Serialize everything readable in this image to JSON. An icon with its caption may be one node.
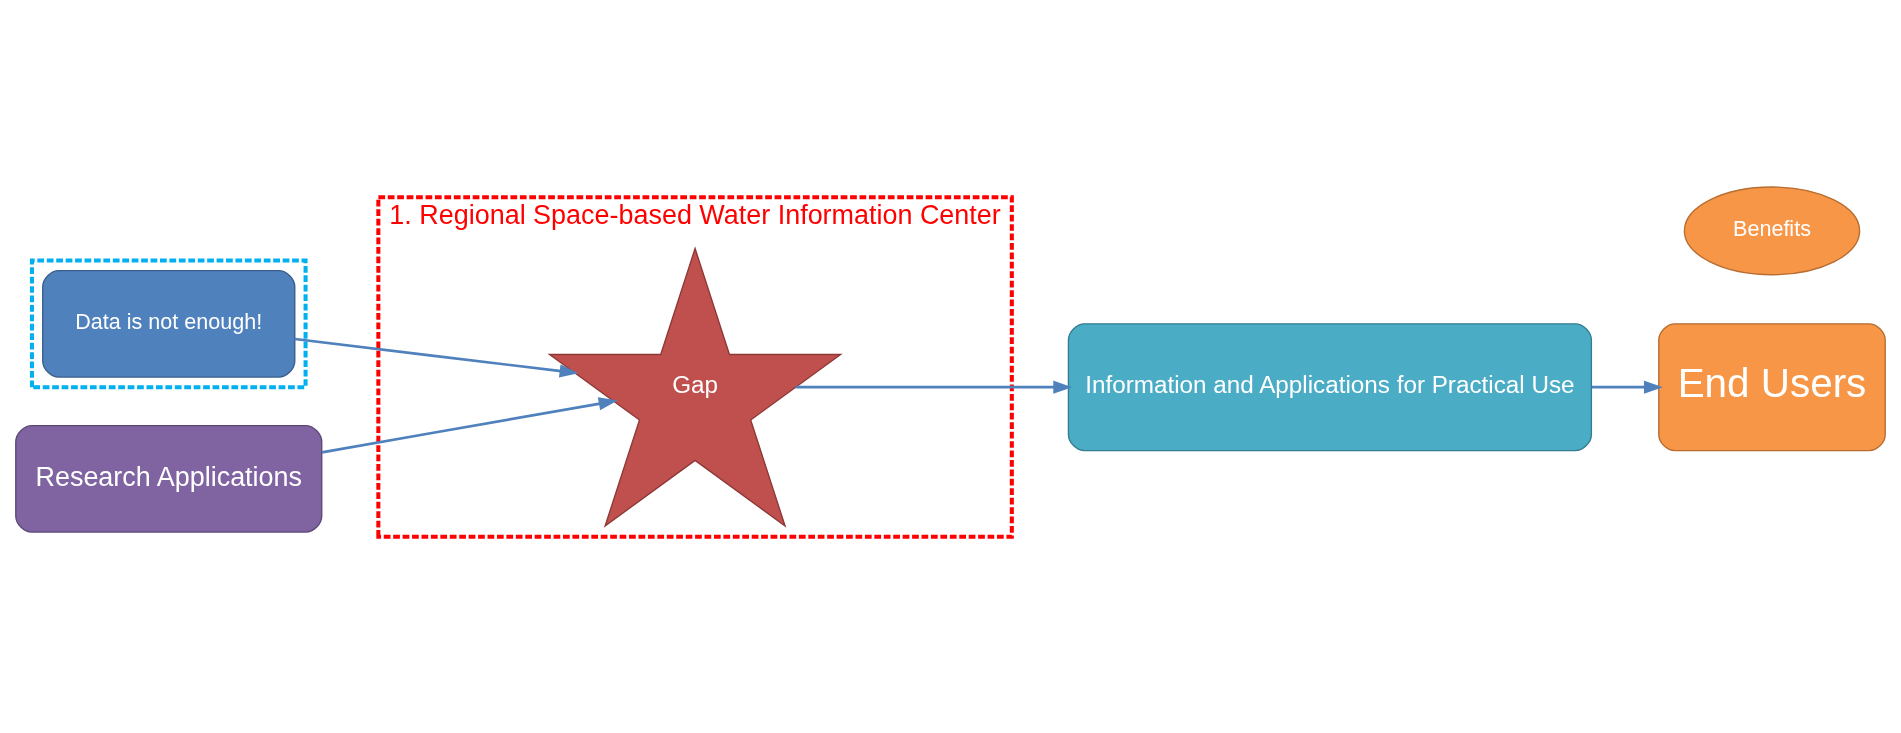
{
  "diagram": {
    "nodes": [
      {
        "text": [],
        "shape": "box"
      },
      {
        "text": [
          "Data is not enough!"
        ],
        "in": 0
      },
      {
        "text": [
          "Research Applications"
        ]
      },
      {
        "text": [
          "1. Regional Space-based Water Information Center"
        ]
      },
      {
        "text": [
          "Gap"
        ],
        "in": 3
      },
      {
        "text": [
          "Information and Applications for Practical Use"
        ]
      },
      {
        "text": [
          "Benefits"
        ]
      },
      {
        "text": [
          "End Users"
        ]
      }
    ],
    "edges": [
      {
        "from": 1,
        "to": 4,
        "arrow": "to"
      },
      {
        "from": 2,
        "to": 4,
        "arrow": "to"
      },
      {
        "from": 4,
        "to": 5,
        "arrow": "to"
      },
      {
        "from": 5,
        "to": 7,
        "arrow": "to"
      }
    ]
  }
}
